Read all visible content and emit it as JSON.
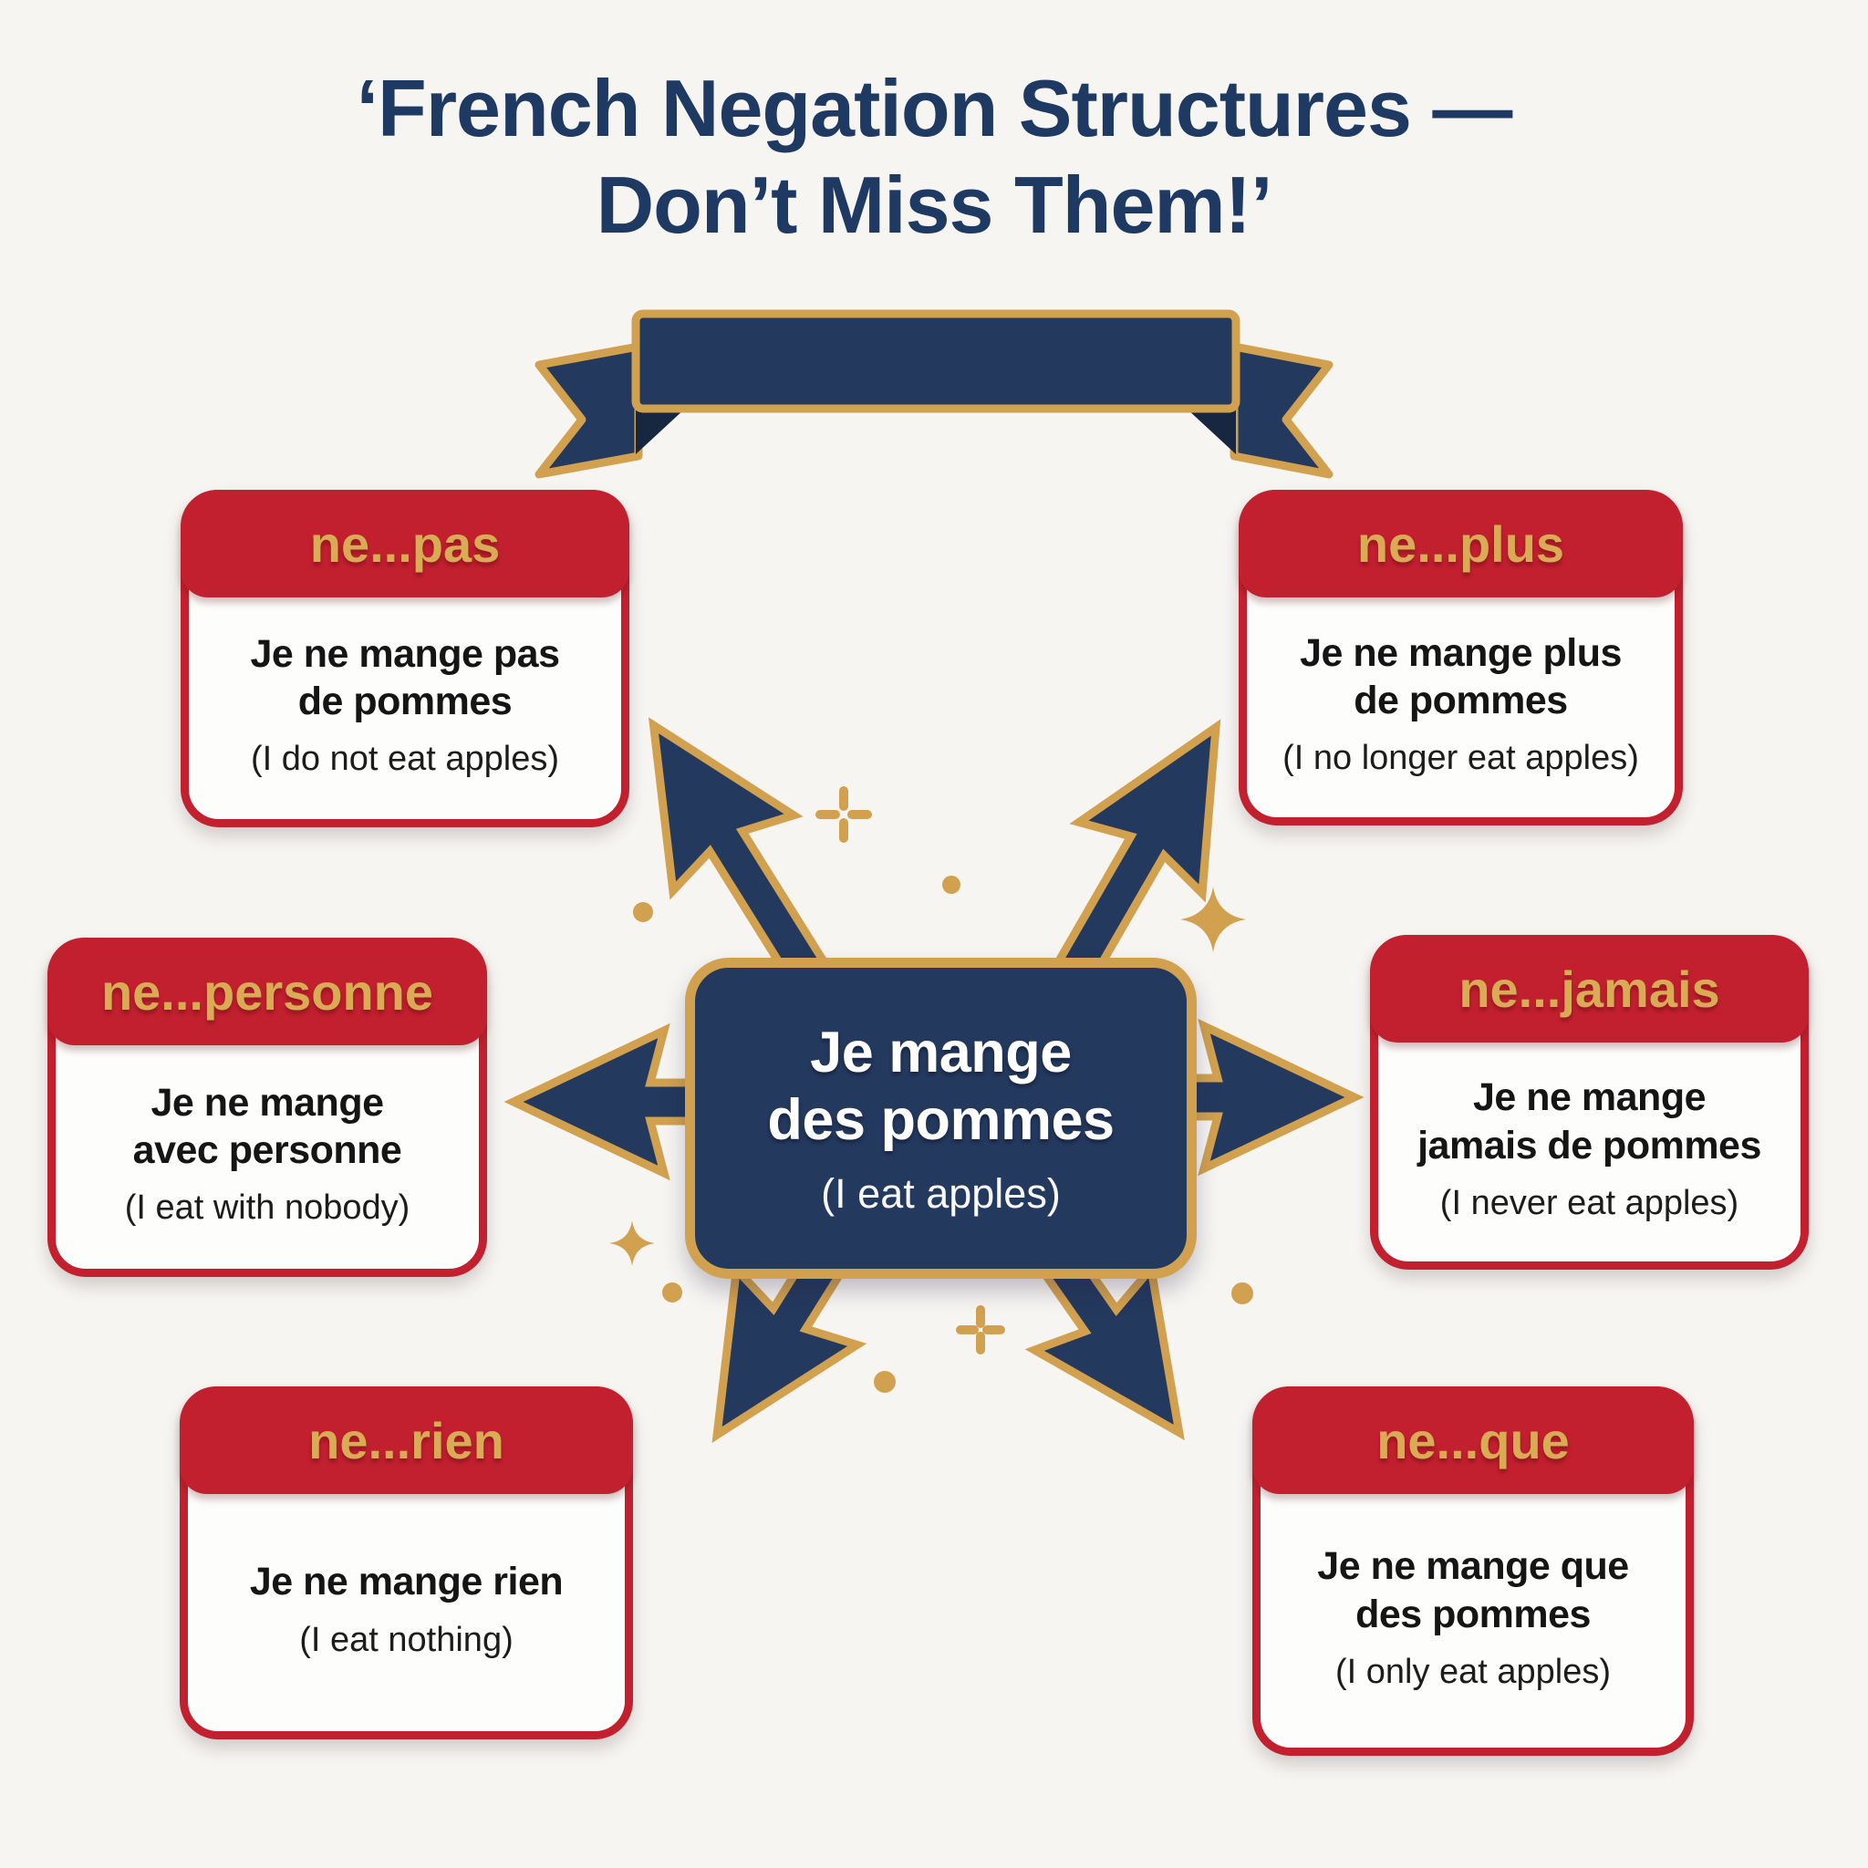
{
  "title": {
    "line1": "‘French Negation Structures —",
    "line2": "Don’t Miss Them!’"
  },
  "banner": {
    "text": ""
  },
  "center": {
    "french_lines": [
      "Je mange",
      "des pommes"
    ],
    "english": "(I eat apples)"
  },
  "cards": [
    {
      "id": "ne-pas",
      "position": "top-left",
      "label": "ne...pas",
      "french_lines": [
        "Je ne mange pas",
        "de pommes"
      ],
      "english": "(I do not eat apples)"
    },
    {
      "id": "ne-plus",
      "position": "top-right",
      "label": "ne...plus",
      "french_lines": [
        "Je ne mange plus",
        "de pommes"
      ],
      "english": "(I no longer eat apples)"
    },
    {
      "id": "ne-personne",
      "position": "middle-left",
      "label": "ne...personne",
      "french_lines": [
        "Je ne mange",
        "avec personne"
      ],
      "english": "(I eat with nobody)"
    },
    {
      "id": "ne-jamais",
      "position": "middle-right",
      "label": "ne...jamais",
      "french_lines": [
        "Je ne mange",
        "jamais de pommes"
      ],
      "english": "(I never eat apples)"
    },
    {
      "id": "ne-rien",
      "position": "bottom-left",
      "label": "ne...rien",
      "french_lines": [
        "Je ne mange rien",
        ""
      ],
      "english": "(I eat nothing)"
    },
    {
      "id": "ne-que",
      "position": "bottom-right",
      "label": "ne...que",
      "french_lines": [
        "Je ne mange que",
        "des pommes"
      ],
      "english": "(I only eat apples)"
    }
  ],
  "theme": {
    "background": "#f7f5f2",
    "navy": "#24395e",
    "navy_dark": "#17273f",
    "gold": "#d2a14f",
    "gold_label": "#d9ab55",
    "red": "#c3202f",
    "title_color": "#1e3a63",
    "card_background": "#fdfdfc",
    "body_text": "#151515"
  },
  "diagram": {
    "arrows": [
      {
        "dir": "nw",
        "tail": [
          902,
          1092
        ],
        "angle": -122,
        "len": 350
      },
      {
        "dir": "ne",
        "tail": [
          1163,
          1092
        ],
        "angle": -60,
        "len": 340
      },
      {
        "dir": "w",
        "tail": [
          788,
          1208
        ],
        "angle": 180,
        "len": 225
      },
      {
        "dir": "e",
        "tail": [
          1277,
          1203
        ],
        "angle": 0,
        "len": 208
      },
      {
        "dir": "sw",
        "tail": [
          908,
          1378
        ],
        "angle": 122,
        "len": 230
      },
      {
        "dir": "se",
        "tail": [
          1158,
          1378
        ],
        "angle": 55,
        "len": 235
      }
    ],
    "sparkle_dots": [
      [
        705,
        1000,
        11
      ],
      [
        1043,
        970,
        10
      ],
      [
        737,
        1417,
        11
      ],
      [
        970,
        1515,
        12
      ],
      [
        1362,
        1418,
        12
      ]
    ],
    "sparkle_plus": [
      [
        925,
        893,
        26
      ],
      [
        1075,
        1458,
        22
      ]
    ],
    "sparkle_stars": [
      [
        1330,
        1008,
        36
      ],
      [
        693,
        1363,
        25
      ]
    ]
  }
}
